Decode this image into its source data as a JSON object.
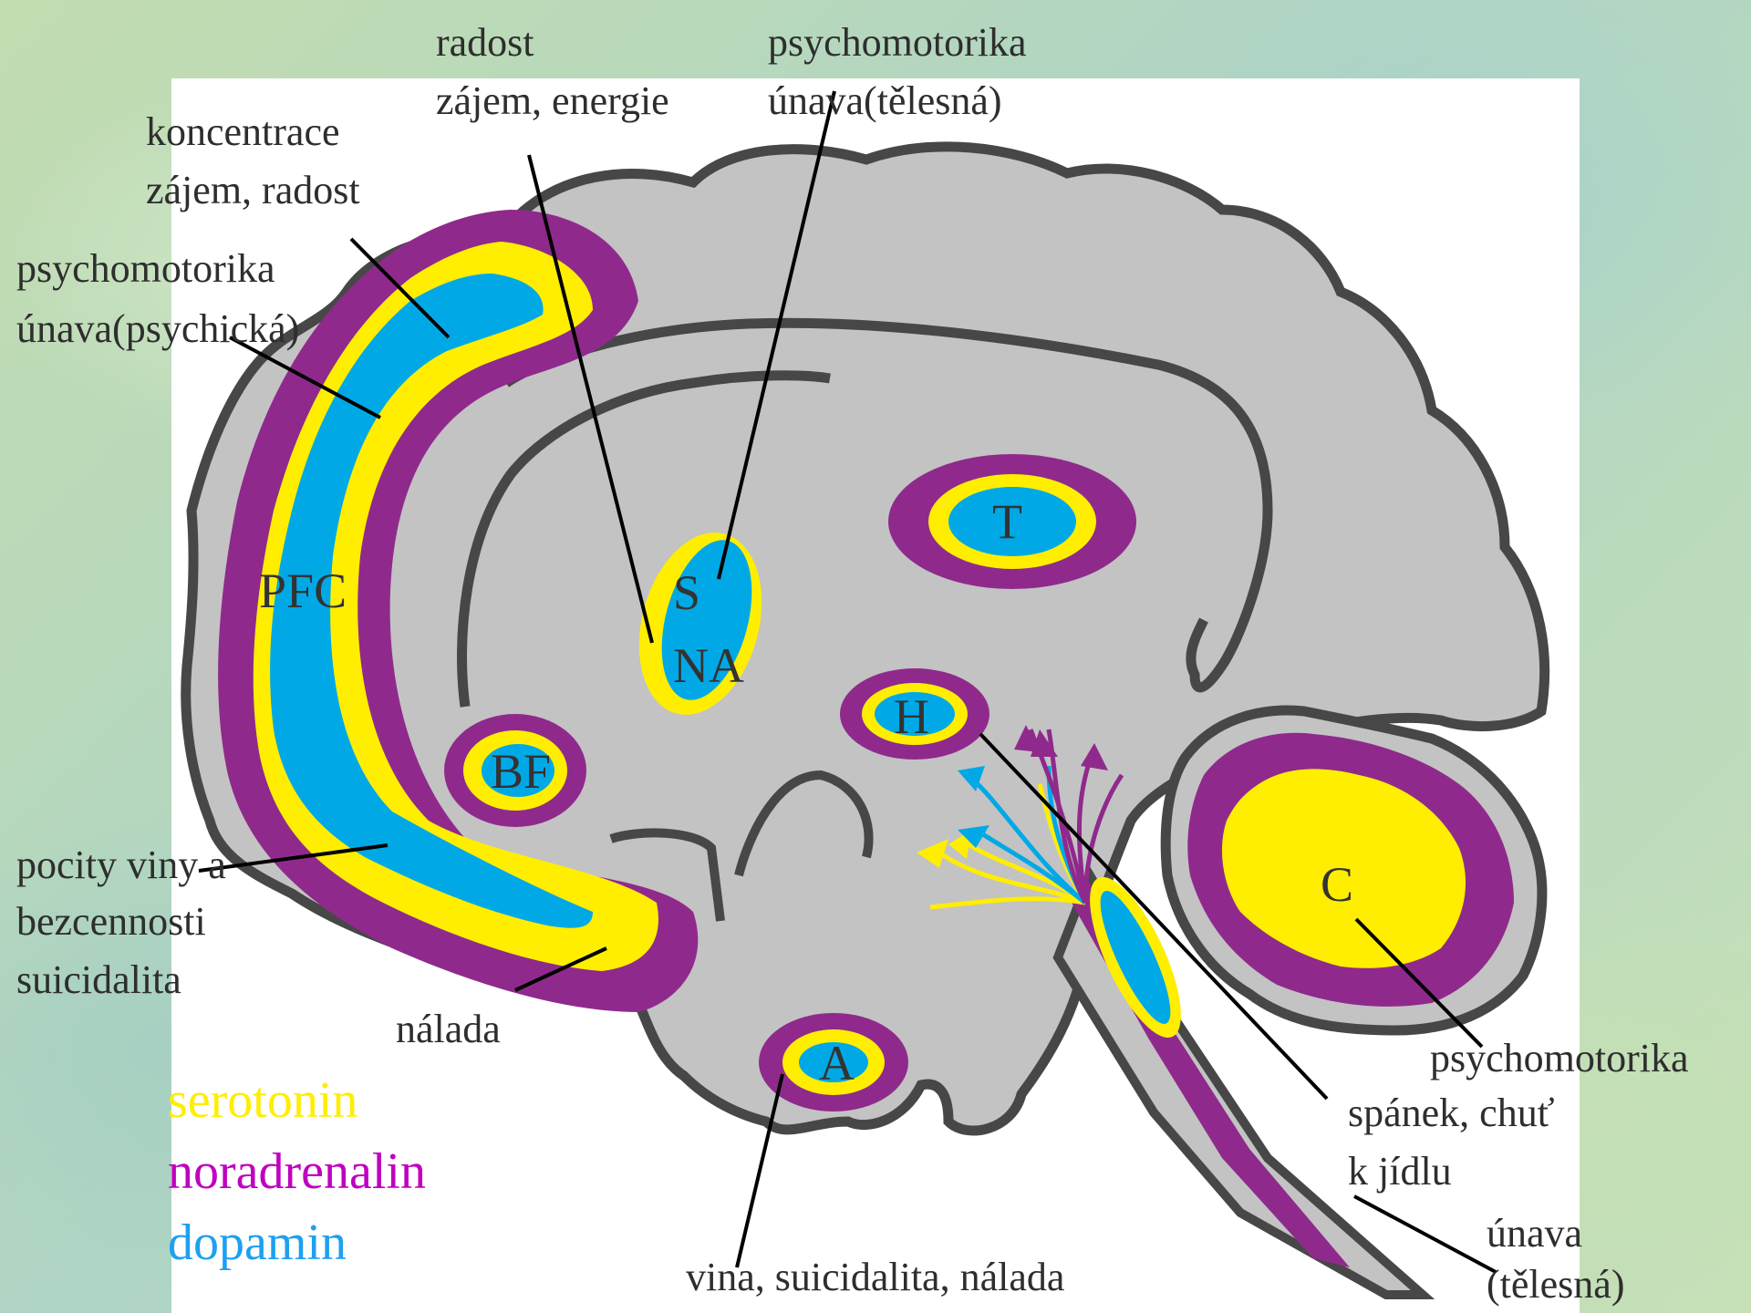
{
  "colors": {
    "serotonin": "#ffee00",
    "noradrenalin": "#8f2a8c",
    "dopamin": "#00a9e6",
    "brain": "#c3c3c3",
    "outline": "#474747"
  },
  "regions": {
    "pfc": "PFC",
    "s": "S",
    "na": "NA",
    "t": "T",
    "h": "H",
    "bf": "BF",
    "a": "A",
    "c": "C"
  },
  "labels": {
    "radost_l1": "radost",
    "radost_l2": "zájem, energie",
    "psychomot_top_l1": "psychomotorika",
    "psychomot_top_l2": "únava(tělesná)",
    "koncentrace_l1": "koncentrace",
    "koncentrace_l2": "zájem, radost",
    "psychomot_left_l1": "psychomotorika",
    "psychomot_left_l2": "únava(psychická)",
    "pocity_l1": "pocity viny a",
    "pocity_l2": "bezcennosti",
    "pocity_l3": "suicidalita",
    "nalada": "nálada",
    "vina": "vina, suicidalita, nálada",
    "psychomot_right": "psychomotorika",
    "spanek_l1": "spánek, chuť",
    "spanek_l2": "k jídlu",
    "unava_l1": "únava",
    "unava_l2": "(tělesná)"
  },
  "legend": {
    "serotonin": "serotonin",
    "noradrenalin": "noradrenalin",
    "dopamin": "dopamin"
  }
}
